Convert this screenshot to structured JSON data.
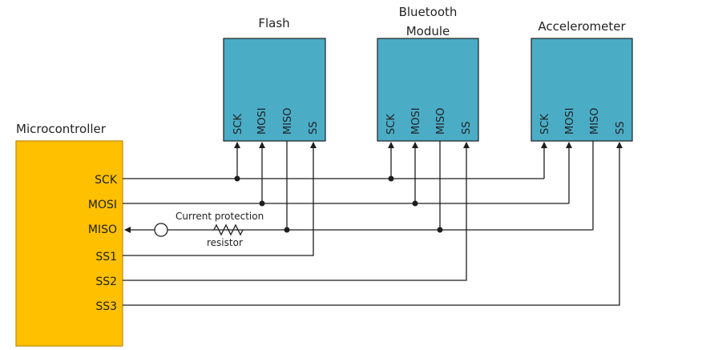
{
  "colors": {
    "microcontroller_fill": "#FFC000",
    "microcontroller_border": "#C08A00",
    "peripheral_fill": "#4BACC6",
    "peripheral_border": "#1F1F1F",
    "wire": "#1E1E1E"
  },
  "microcontroller": {
    "title": "Microcontroller",
    "pins": [
      "SCK",
      "MOSI",
      "MISO",
      "SS1",
      "SS2",
      "SS3"
    ]
  },
  "peripherals": [
    {
      "title_lines": [
        "Flash"
      ],
      "pins": [
        "SCK",
        "MOSI",
        "MISO",
        "SS"
      ]
    },
    {
      "title_lines": [
        "Bluetooth",
        "Module"
      ],
      "pins": [
        "SCK",
        "MOSI",
        "MISO",
        "SS"
      ]
    },
    {
      "title_lines": [
        "Accelerometer"
      ],
      "pins": [
        "SCK",
        "MOSI",
        "MISO",
        "SS"
      ]
    }
  ],
  "resistor_note": {
    "line1": "Current protection",
    "line2": "resistor"
  }
}
